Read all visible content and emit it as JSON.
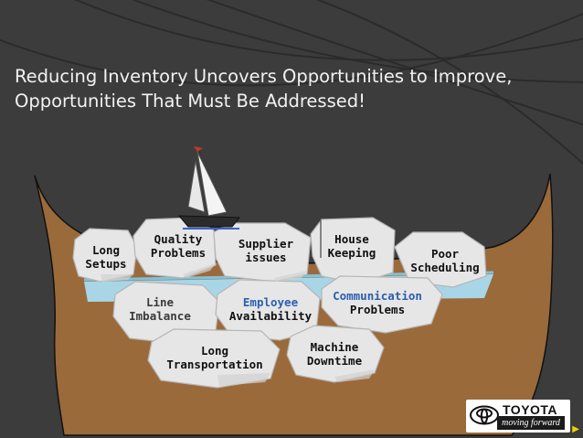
{
  "slide": {
    "title_line1": "Reducing Inventory Uncovers Opportunities to Improve,",
    "title_line2": "Opportunities That Must Be Addressed!"
  },
  "rocks": [
    {
      "id": "long-setups",
      "line1": "Long",
      "line2": "Setups"
    },
    {
      "id": "quality-problems",
      "line1": "Quality",
      "line2": "Problems"
    },
    {
      "id": "supplier-issues",
      "line1": "Supplier",
      "line2": "issues"
    },
    {
      "id": "house-keeping",
      "line1": "House",
      "line2": "Keeping"
    },
    {
      "id": "poor-scheduling",
      "line1": "Poor",
      "line2": "Scheduling"
    },
    {
      "id": "line-imbalance",
      "line1": "Line",
      "line2": "Imbalance"
    },
    {
      "id": "employee-availability",
      "line1": "Employee",
      "line2": "Availability"
    },
    {
      "id": "communication-problems",
      "line1": "Communication",
      "line2": "Problems"
    },
    {
      "id": "long-transportation",
      "line1": "Long",
      "line2": "Transportation"
    },
    {
      "id": "machine-downtime",
      "line1": "Machine",
      "line2": "Downtime"
    }
  ],
  "logo": {
    "brand": "TOYOTA",
    "tagline": "moving forward"
  },
  "colors": {
    "background": "#3c3c3c",
    "earth": "#9b6a3a",
    "water": "#a9dcf0",
    "rock": "#e6e6e6",
    "title": "#f2f2f2",
    "accent_blue": "#2a5fb0"
  },
  "icons": {
    "boat": "sailboat-icon",
    "logo": "toyota-logo-icon",
    "nav": "nav-arrow-icon"
  }
}
